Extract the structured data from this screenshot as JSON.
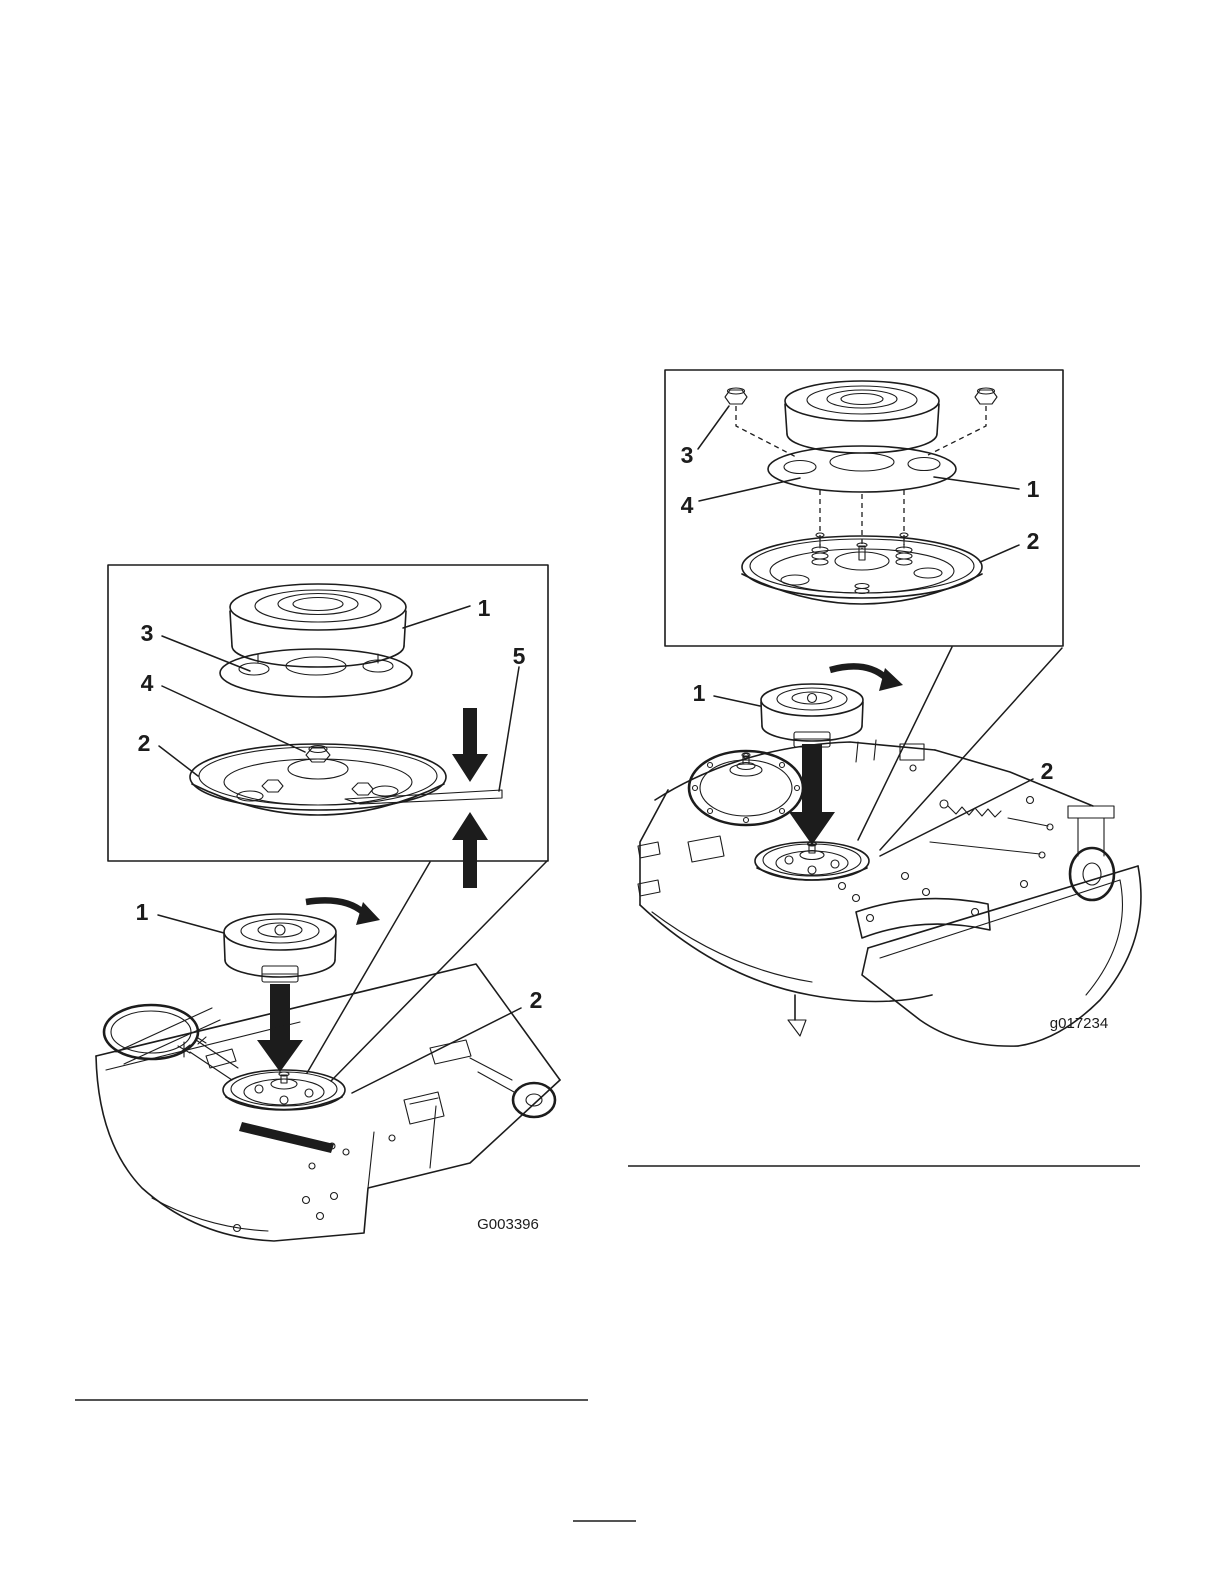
{
  "page": {
    "background": "#ffffff",
    "ink_color": "#1c1c1c"
  },
  "figure_left": {
    "code": "G003396",
    "inset": {
      "callout_1": "1",
      "callout_2": "2",
      "callout_3": "3",
      "callout_4": "4",
      "callout_5": "5"
    },
    "main": {
      "callout_1": "1",
      "callout_2": "2"
    }
  },
  "figure_right": {
    "code": "g017234",
    "inset": {
      "callout_1": "1",
      "callout_2": "2",
      "callout_3": "3",
      "callout_4": "4"
    },
    "main": {
      "callout_1": "1",
      "callout_2": "2"
    }
  }
}
